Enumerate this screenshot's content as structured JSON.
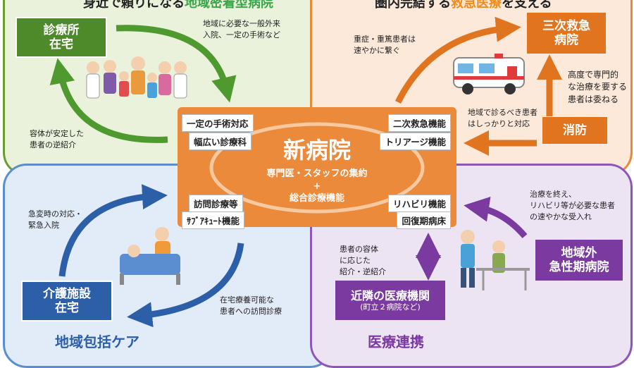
{
  "quadrants": {
    "top_left_title_prefix": "身近で頼りになる",
    "top_left_title_highlight": "地域密着型病院",
    "top_right_title_prefix": "圏内完結する",
    "top_right_title_highlight": "救急医療",
    "top_right_title_suffix": "を支える",
    "bottom_left_title": "地域包括ケア",
    "bottom_right_title": "医療連携"
  },
  "nodes": {
    "clinic": [
      "診療所",
      "在宅"
    ],
    "tertiary": [
      "三次救急",
      "病院"
    ],
    "fire": "消防",
    "care": [
      "介護施設",
      "在宅"
    ],
    "regional": [
      "地域外",
      "急性期病院"
    ],
    "nearby_title": "近隣の医療機関",
    "nearby_sub": "(町立２病院など)"
  },
  "notes": {
    "tl_top": [
      "地域に必要な一般外来",
      "入院、一定の手術など"
    ],
    "tl_bottom": [
      "容体が安定した",
      "患者の逆紹介"
    ],
    "tr_top": [
      "重症・重篤患者は",
      "速やかに繋ぐ"
    ],
    "tr_right": [
      "高度で専門的",
      "な治療を要する",
      "患者は委ねる"
    ],
    "tr_mid": [
      "地域で診るべき患者",
      "はしっかりと対応"
    ],
    "bl_top": [
      "急変時の対応・",
      "緊急入院"
    ],
    "bl_bottom": [
      "在宅療養可能な",
      "患者への訪問診療"
    ],
    "br_top": [
      "治療を終え、",
      "リハビリ等が必要な患者",
      "の速やかな受入れ"
    ],
    "br_mid": [
      "患者の容体",
      "に応じた",
      "紹介・逆紹介"
    ]
  },
  "center": {
    "title": "新病院",
    "sub1": "専門医・スタッフの集約",
    "plus": "+",
    "sub2": "総合診療機能",
    "tags": {
      "tl1": "一定の手術対応",
      "tl2": "幅広い診療科",
      "tr1": "二次救急機能",
      "tr2": "トリアージ機能",
      "bl1": "訪問診療等",
      "bl2": "ｻﾌﾞｱｷｭｰﾄ機能",
      "br1": "リハビリ機能",
      "br2": "回復期病床"
    }
  },
  "colors": {
    "green": "#4f8a2a",
    "orange": "#e0741f",
    "blue": "#2d5ea8",
    "purple": "#7a3aa0",
    "title_green_hl": "#3aa648",
    "title_orange_hl": "#f08c1e"
  }
}
